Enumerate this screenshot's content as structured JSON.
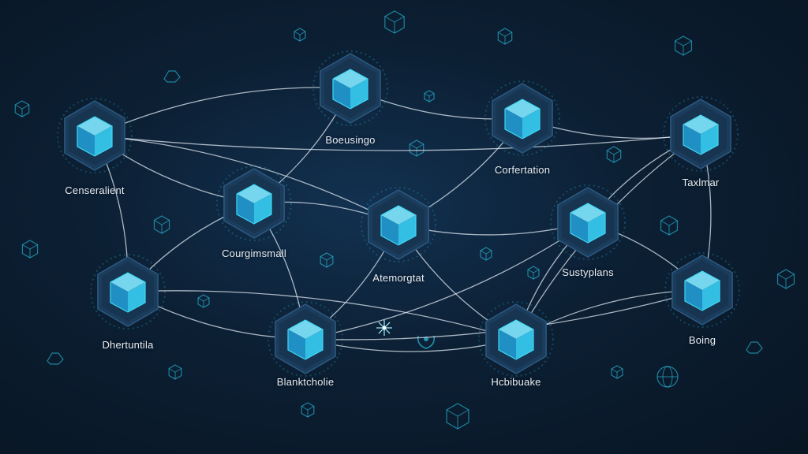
{
  "diagram": {
    "nodes": [
      {
        "id": "n1",
        "label": "Censeralient",
        "icon": "lattice-cube-icon"
      },
      {
        "id": "n2",
        "label": "Boeusingo",
        "icon": "server-rack-icon"
      },
      {
        "id": "n3",
        "label": "Corfertation",
        "icon": "server-stack-icon"
      },
      {
        "id": "n4",
        "label": "Taxlmar",
        "icon": "glowing-chip-icon"
      },
      {
        "id": "n5",
        "label": "Courgimsmall",
        "icon": "glass-cube-icon"
      },
      {
        "id": "n6",
        "label": "Atemorgtat",
        "icon": "data-box-icon"
      },
      {
        "id": "n7",
        "label": "Sustyplans",
        "icon": "circuit-cube-icon"
      },
      {
        "id": "n8",
        "label": "Dhertuntila",
        "icon": "wireframe-structure-icon"
      },
      {
        "id": "n9",
        "label": "Blanktcholie",
        "icon": "open-box-icon"
      },
      {
        "id": "n10",
        "label": "Hcbibuake",
        "icon": "monitor-icon"
      },
      {
        "id": "n11",
        "label": "Boing",
        "icon": "cluster-blocks-icon"
      }
    ],
    "edges": [
      [
        "n1",
        "n2"
      ],
      [
        "n1",
        "n5"
      ],
      [
        "n1",
        "n8"
      ],
      [
        "n1",
        "n4"
      ],
      [
        "n1",
        "n6"
      ],
      [
        "n2",
        "n3"
      ],
      [
        "n2",
        "n5"
      ],
      [
        "n3",
        "n4"
      ],
      [
        "n3",
        "n6"
      ],
      [
        "n4",
        "n7"
      ],
      [
        "n4",
        "n11"
      ],
      [
        "n4",
        "n10"
      ],
      [
        "n5",
        "n6"
      ],
      [
        "n5",
        "n8"
      ],
      [
        "n5",
        "n9"
      ],
      [
        "n6",
        "n7"
      ],
      [
        "n6",
        "n9"
      ],
      [
        "n6",
        "n10"
      ],
      [
        "n7",
        "n11"
      ],
      [
        "n7",
        "n10"
      ],
      [
        "n7",
        "n9"
      ],
      [
        "n8",
        "n9"
      ],
      [
        "n8",
        "n10"
      ],
      [
        "n9",
        "n10"
      ],
      [
        "n10",
        "n11"
      ],
      [
        "n9",
        "n11"
      ]
    ]
  },
  "colors": {
    "background": "#0c1f33",
    "node_fill": "#1c3c5c",
    "node_glow": "#3fd7f2",
    "edge": "#dfe8f2",
    "accent": "#29c6e8",
    "label": "#e8eef6"
  },
  "decorations": [
    "cube-icon",
    "cube-icon",
    "cube-icon",
    "cube-icon",
    "cube-icon",
    "cube-icon",
    "cube-icon",
    "cube-icon",
    "cube-icon",
    "cube-icon",
    "hand-icon",
    "hand-icon",
    "globe-icon",
    "starburst-icon",
    "laurel-icon"
  ]
}
